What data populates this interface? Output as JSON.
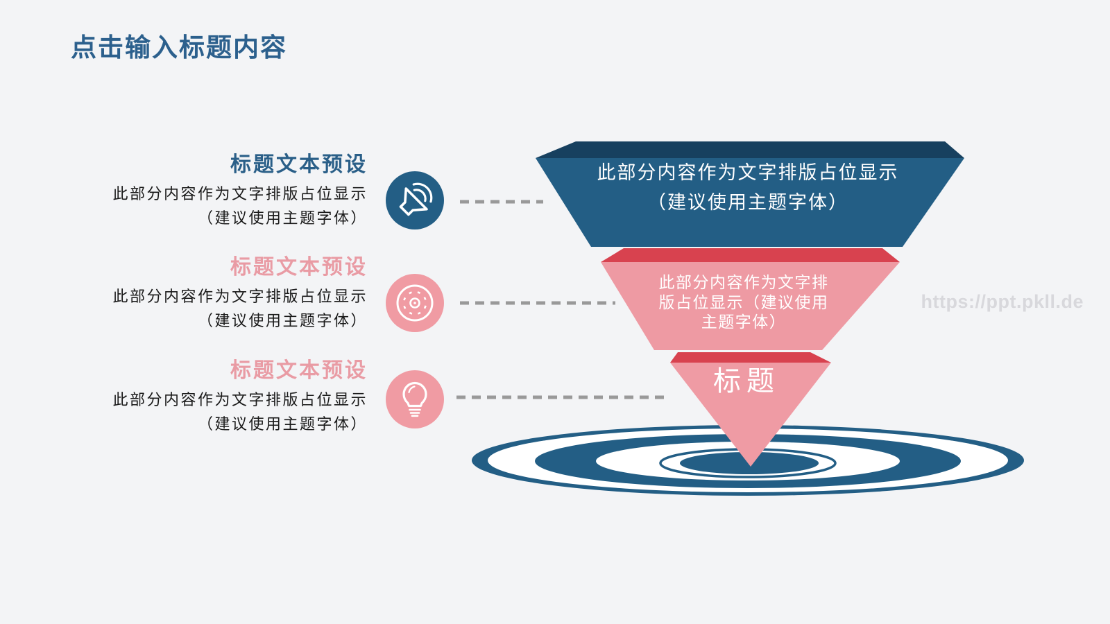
{
  "page": {
    "title": "点击输入标题内容",
    "watermark": "https://ppt.pkll.de",
    "background": "#f3f4f6"
  },
  "colors": {
    "steel_blue": "#235e85",
    "navy_lid": "#17405f",
    "red_lid": "#d8424f",
    "pink_body": "#ee9aa3",
    "title_blue": "#2c608d",
    "heading_blue": "#2a5f88",
    "heading_pink": "#e99ba4",
    "body_text": "#1a1a1a",
    "dash_gray": "#999999",
    "watermark_gray": "#d8d8dc"
  },
  "left_items": [
    {
      "heading": "标题文本预设",
      "line1": "此部分内容作为文字排版占位显示",
      "line2": "（建议使用主题字体）",
      "icon": "speaker-icon",
      "accent": "blue"
    },
    {
      "heading": "标题文本预设",
      "line1": "此部分内容作为文字排版占位显示",
      "line2": "（建议使用主题字体）",
      "icon": "disc-icon",
      "accent": "pink"
    },
    {
      "heading": "标题文本预设",
      "line1": "此部分内容作为文字排版占位显示",
      "line2": "（建议使用主题字体）",
      "icon": "bulb-icon",
      "accent": "pink"
    }
  ],
  "funnel": {
    "layer1": {
      "line1": "此部分内容作为文字排版占位显示",
      "line2": "（建议使用主题字体）"
    },
    "layer2": {
      "line1": "此部分内容作为文字排",
      "line2": "版占位显示（建议使用",
      "line3": "主题字体）"
    },
    "layer3": {
      "label": "标题"
    }
  }
}
